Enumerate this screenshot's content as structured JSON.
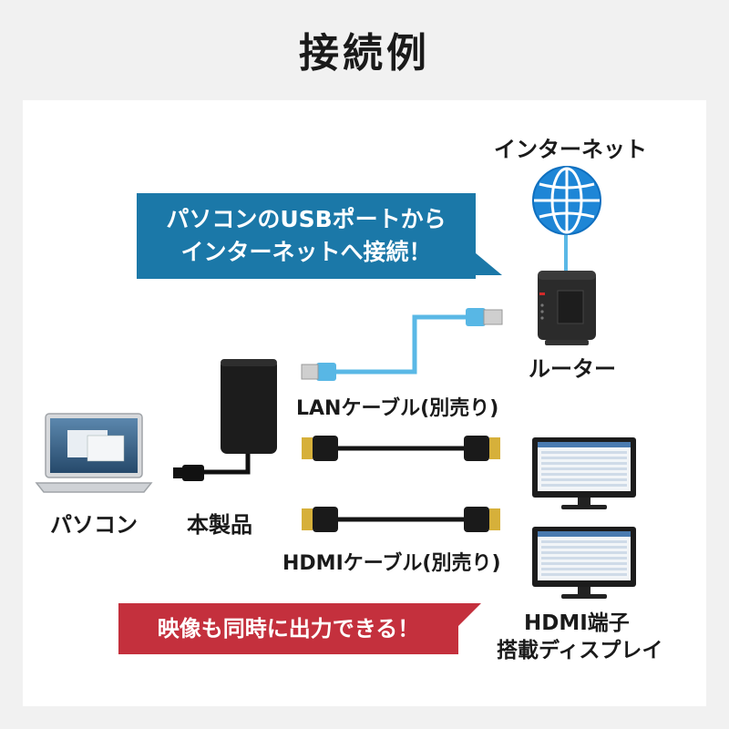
{
  "title": "接続例",
  "labels": {
    "internet": "インターネット",
    "router": "ルーター",
    "lan_cable": "LANケーブル(別売り)",
    "pc": "パソコン",
    "product": "本製品",
    "hdmi_cable": "HDMIケーブル(別売り)",
    "display_line1": "HDMI端子",
    "display_line2": "搭載ディスプレイ"
  },
  "callouts": {
    "blue_line1": "パソコンのUSBポートから",
    "blue_line2": "インターネットへ接続！",
    "red": "映像も同時に出力できる！"
  },
  "colors": {
    "blue_callout": "#1b78a8",
    "red_callout": "#c4303d",
    "lan_cable": "#5ab8e6",
    "globe": "#1e86d6"
  }
}
